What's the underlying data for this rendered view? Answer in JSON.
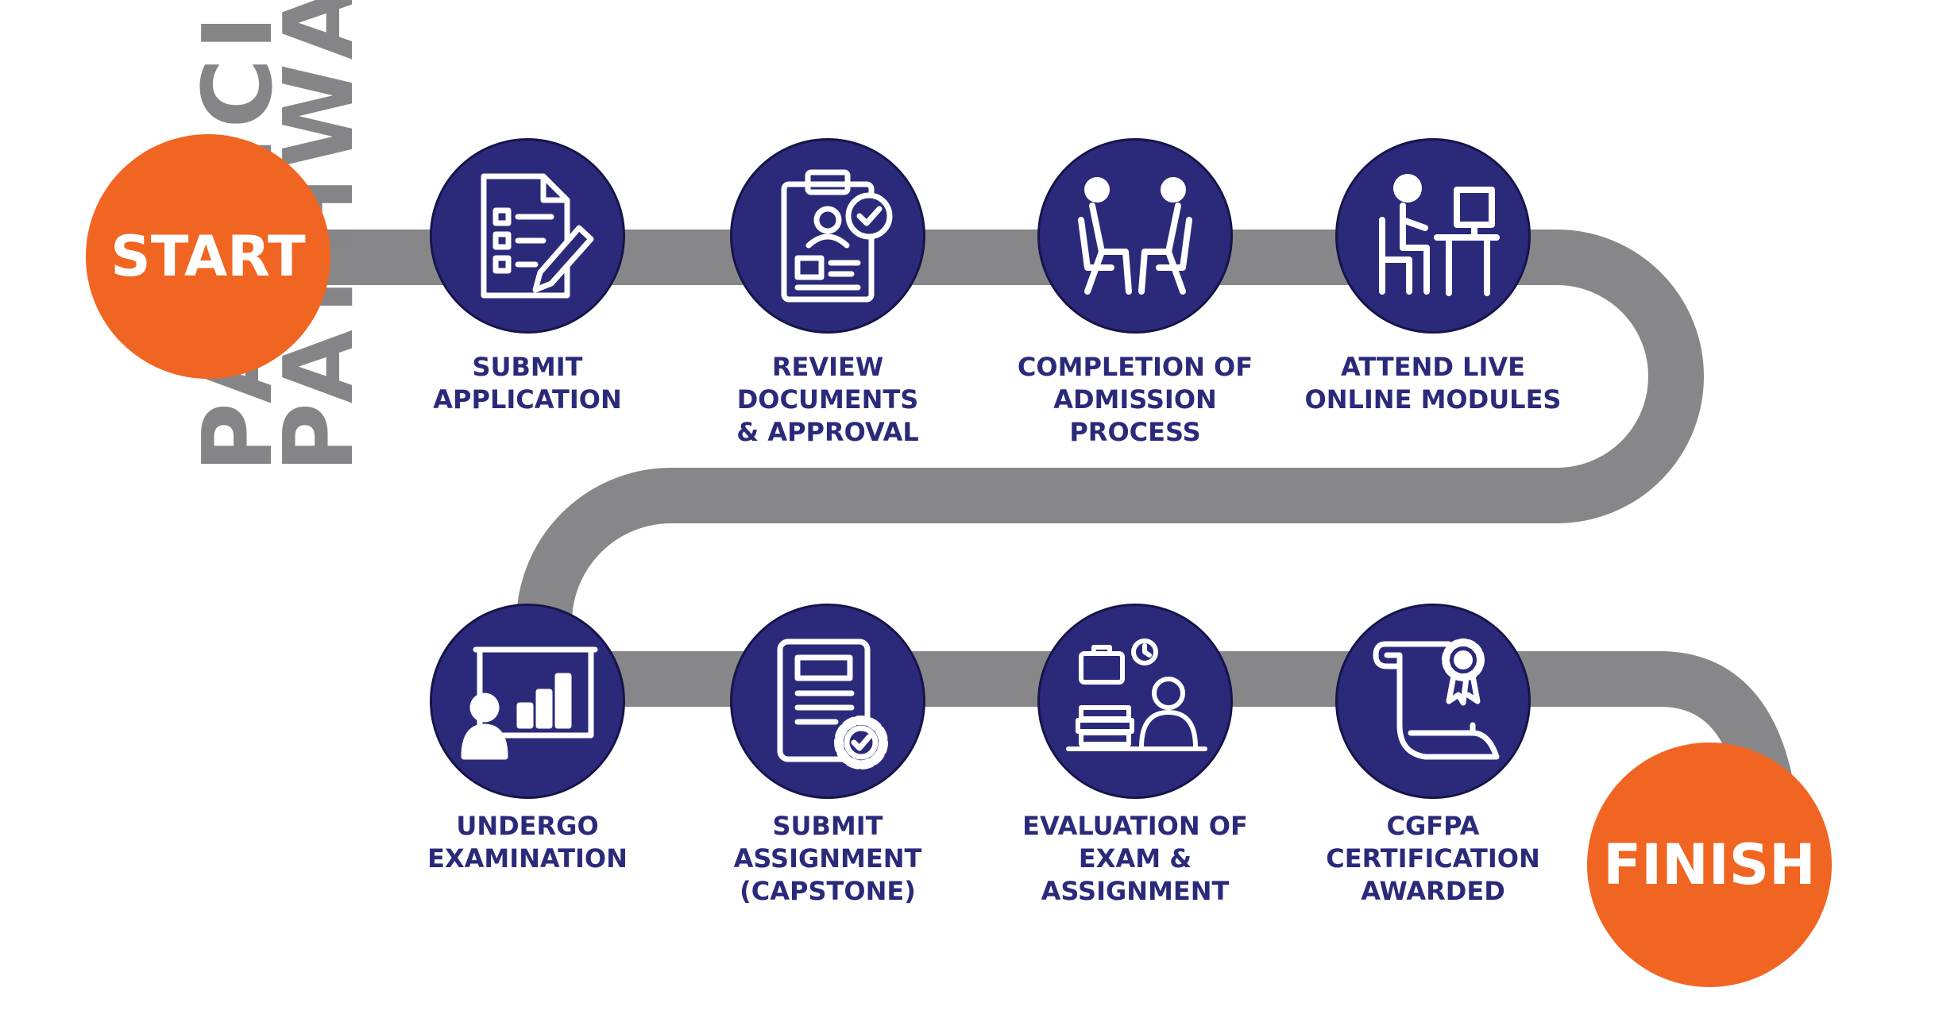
{
  "title_lines": [
    "PARTICIPANT",
    "PATHWAY"
  ],
  "start_label": "START",
  "finish_label": "FINISH",
  "colors": {
    "road": "#87878a",
    "accent": "#f16522",
    "step": "#2b2a7a",
    "title": "#858588"
  },
  "steps": [
    {
      "label": "SUBMIT\nAPPLICATION",
      "icon": "checklist-pencil-icon"
    },
    {
      "label": "REVIEW\nDOCUMENTS\n& APPROVAL",
      "icon": "clipboard-approval-icon"
    },
    {
      "label": "COMPLETION OF\nADMISSION\nPROCESS",
      "icon": "interview-icon"
    },
    {
      "label": "ATTEND LIVE\nONLINE MODULES",
      "icon": "desk-computer-icon"
    },
    {
      "label": "UNDERGO\nEXAMINATION",
      "icon": "presentation-icon"
    },
    {
      "label": "SUBMIT ASSIGNMENT\n(CAPSTONE)",
      "icon": "document-gear-icon"
    },
    {
      "label": "EVALUATION OF\nEXAM & ASSIGNMENT",
      "icon": "evaluator-icon"
    },
    {
      "label": "CGFPA\nCERTIFICATION\nAWARDED",
      "icon": "certificate-scroll-icon"
    }
  ]
}
